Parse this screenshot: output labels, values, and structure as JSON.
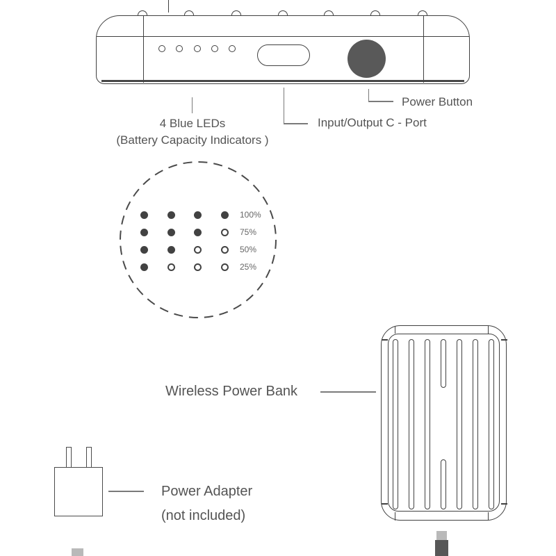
{
  "colors": {
    "line": "#404040",
    "leader": "#7a7a7a",
    "text": "#545454",
    "power_button_fill": "#595959",
    "led_dot_fill": "#424242",
    "connector_tip_light": "#b9b9b9",
    "connector_body_dark": "#575757"
  },
  "device_side_view": {
    "ridge_bump_count": 7,
    "led_hole_count": 5,
    "labels": {
      "leds_line1": "4 Blue LEDs",
      "leds_line2": "(Battery Capacity Indicators )",
      "port": "Input/Output C - Port",
      "power_button": "Power Button"
    }
  },
  "battery_indicator": {
    "rows": [
      {
        "label": "100%",
        "leds": [
          1,
          1,
          1,
          1
        ]
      },
      {
        "label": "75%",
        "leds": [
          1,
          1,
          1,
          0
        ]
      },
      {
        "label": "50%",
        "leds": [
          1,
          1,
          0,
          0
        ]
      },
      {
        "label": "25%",
        "leds": [
          1,
          0,
          0,
          0
        ]
      }
    ]
  },
  "wireless_power_bank": {
    "label": "Wireless Power Bank",
    "rib_count": 7
  },
  "power_adapter": {
    "label_line1": "Power Adapter",
    "label_line2": "(not included)"
  }
}
